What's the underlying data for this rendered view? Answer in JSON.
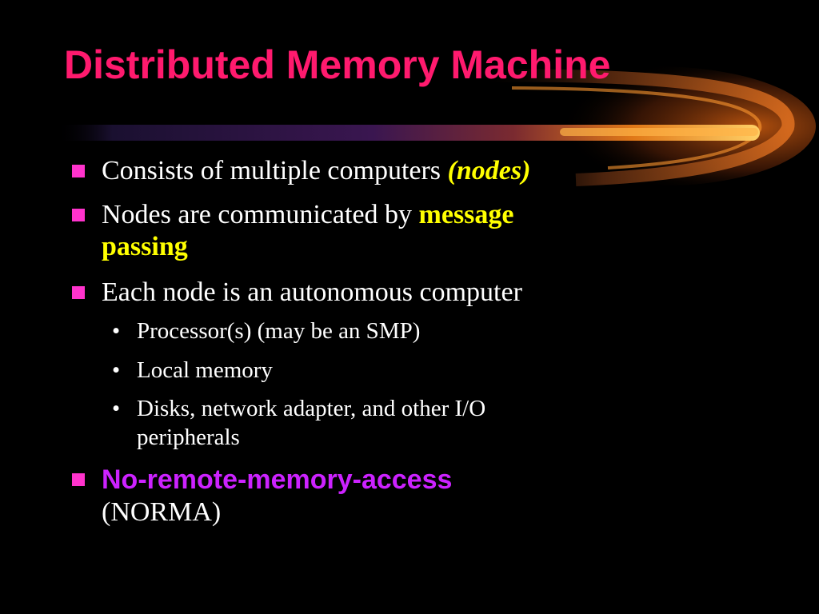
{
  "slide": {
    "title": "Distributed Memory Machine",
    "bullets": [
      {
        "text": "Consists of multiple computers ",
        "emphasis": "(nodes)"
      },
      {
        "text": "Nodes are communicated by ",
        "emphasis_line1": "message",
        "emphasis_line2": "passing"
      },
      {
        "text": "Each node is an autonomous computer",
        "subitems": [
          {
            "text": "Processor(s) (may be an SMP)"
          },
          {
            "text": "Local memory"
          },
          {
            "line1": "Disks, network adapter, and other I/O",
            "line2": "peripherals"
          }
        ]
      },
      {
        "emphasis": "No-remote-memory-access",
        "text2": "(NORMA)"
      }
    ]
  },
  "colors": {
    "background": "#000000",
    "title": "#ff1a6e",
    "bullet_marker": "#ff33cc",
    "highlight_yellow": "#ffff00",
    "highlight_violet": "#cc22ff",
    "text": "#ffffff"
  },
  "icons": {
    "bullet_marker": "square-bullet-icon",
    "sub_bullet": "round-bullet-icon"
  }
}
